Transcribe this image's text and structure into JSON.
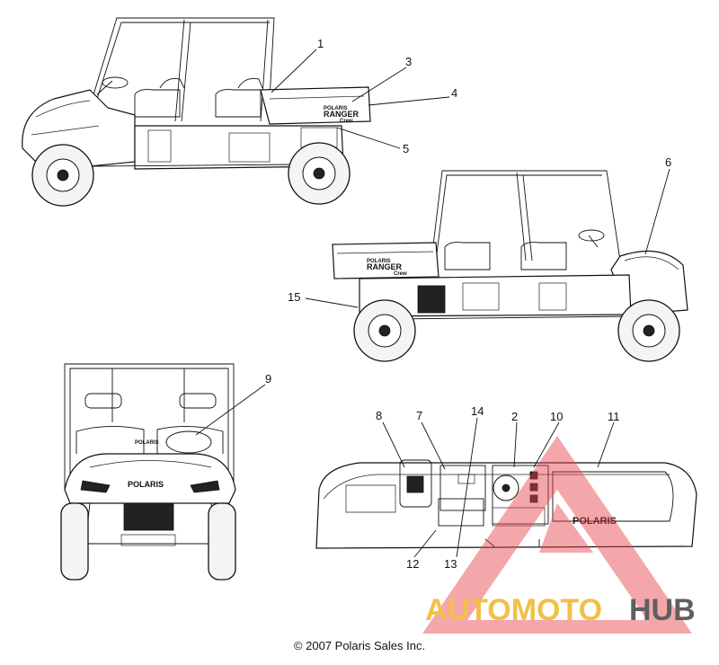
{
  "callouts": {
    "c1": "1",
    "c2": "2",
    "c3": "3",
    "c4": "4",
    "c5": "5",
    "c6": "6",
    "c7": "7",
    "c8": "8",
    "c9": "9",
    "c10": "10",
    "c11": "11",
    "c12": "12",
    "c13": "13",
    "c14": "14",
    "c15": "15"
  },
  "decals": {
    "brand_small": "POLARIS",
    "model": "RANGER",
    "model_sub": "Crew",
    "brand_front": "POLARIS",
    "brand_dash": "POLARIS"
  },
  "watermark": {
    "part1": "AUTOMOTO",
    "part2": "HUB",
    "color1": "#f0b429",
    "color2": "#444444",
    "logo_color": "#e8434a"
  },
  "copyright": "© 2007 Polaris Sales Inc."
}
